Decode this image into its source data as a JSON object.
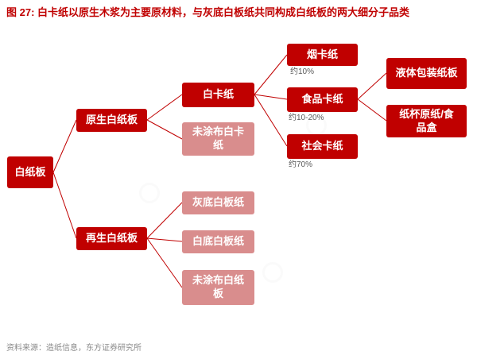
{
  "title": "图 27: 白卡纸以原生木浆为主要原材料，与灰底白板纸共同构成白纸板的两大细分子品类",
  "source": "资料来源：造纸信息，东方证券研究所",
  "colors": {
    "dark_red": "#c00000",
    "light_red": "#d98d8d",
    "line": "#c00000",
    "title": "#c00000",
    "share_text": "#595959"
  },
  "nodes": {
    "root": {
      "label": "白纸板"
    },
    "virgin": {
      "label": "原生白纸板"
    },
    "recycled": {
      "label": "再生白纸板"
    },
    "white_card": {
      "label": "白卡纸"
    },
    "uncoated_card": {
      "label": "未涂布白卡纸"
    },
    "grey_back_board": {
      "label": "灰底白板纸"
    },
    "white_back_board": {
      "label": "白底白板纸"
    },
    "uncoated_board": {
      "label": "未涂布白纸板"
    },
    "cigarette_card": {
      "label": "烟卡纸",
      "share": "约10%"
    },
    "food_card": {
      "label": "食品卡纸",
      "share": "约10-20%"
    },
    "social_card": {
      "label": "社会卡纸",
      "share": "约70%"
    },
    "liquid_packaging": {
      "label": "液体包装纸板"
    },
    "cup_base": {
      "label": "纸杯原纸/食品盒"
    }
  }
}
